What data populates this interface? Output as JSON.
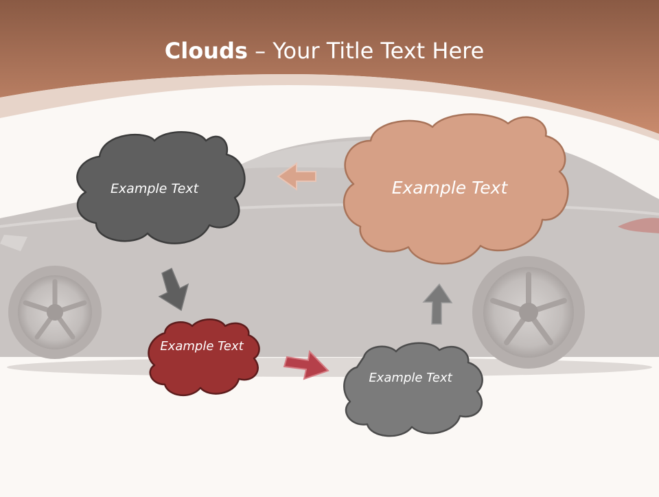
{
  "slide": {
    "title_bold": "Clouds",
    "title_separator": " – ",
    "title_rest": "Your Title Text Here"
  },
  "clouds": [
    {
      "id": "cloud-top-left",
      "text": "Example Text",
      "fill": "#5f5f5f"
    },
    {
      "id": "cloud-top-right",
      "text": "Example Text",
      "fill": "#d6a086"
    },
    {
      "id": "cloud-bottom-left",
      "text": "Example Text",
      "fill": "#9b3232"
    },
    {
      "id": "cloud-bottom-right",
      "text": "Example Text",
      "fill": "#7b7b7b"
    }
  ],
  "colors": {
    "header_dark": "#8a5a44",
    "header_light": "#c98b6d",
    "background": "#fbf8f5",
    "car_silhouette": "#c9c4c2"
  }
}
